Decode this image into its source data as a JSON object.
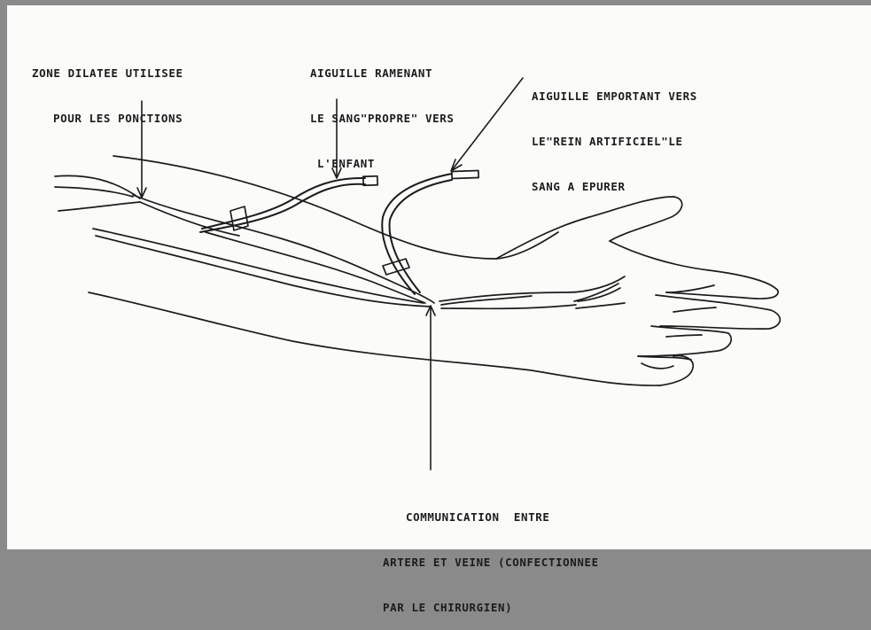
{
  "labels": {
    "zone": {
      "line1": "ZONE DILATEE UTILISEE",
      "line2": "POUR LES PONCTIONS"
    },
    "return_needle": {
      "line1": "AIGUILLE RAMENANT",
      "line2": "LE SANG\"PROPRE\" VERS",
      "line3": "L'ENFANT"
    },
    "outflow_needle": {
      "line1": "AIGUILLE EMPORTANT VERS",
      "line2": "LE\"REIN ARTIFICIEL\"LE",
      "line3": "SANG A EPURER"
    },
    "fistula": {
      "line1": "COMMUNICATION  ENTRE",
      "line2": "ARTERE ET VEINE (CONFECTIONNEE",
      "line3": "PAR LE CHIRURGIEN)"
    }
  },
  "colors": {
    "ink": "#1c1c1c",
    "paper": "#fbfbf9",
    "border": "#8a8a8a"
  }
}
